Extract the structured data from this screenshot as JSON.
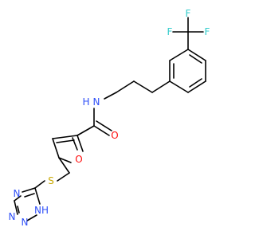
{
  "atoms": {
    "F1": {
      "label": "F",
      "color": "#33cccc"
    },
    "F2": {
      "label": "F",
      "color": "#33cccc"
    },
    "F3": {
      "label": "F",
      "color": "#33cccc"
    },
    "N_amide": {
      "label": "N",
      "color": "#3050f8"
    },
    "H_amide": {
      "label": "H",
      "color": "#3050f8"
    },
    "O_carbonyl": {
      "label": "O",
      "color": "#ff0d0d"
    },
    "O_furan": {
      "label": "O",
      "color": "#ff0d0d"
    },
    "S": {
      "label": "S",
      "color": "#c8a800"
    },
    "N_tr_a": {
      "label": "N",
      "color": "#3050f8"
    },
    "N_tr_b": {
      "label": "N",
      "color": "#3050f8"
    },
    "N_tr_c": {
      "label": "N",
      "color": "#3050f8"
    },
    "NH_tr": {
      "label": "NH",
      "color": "#3050f8"
    }
  }
}
